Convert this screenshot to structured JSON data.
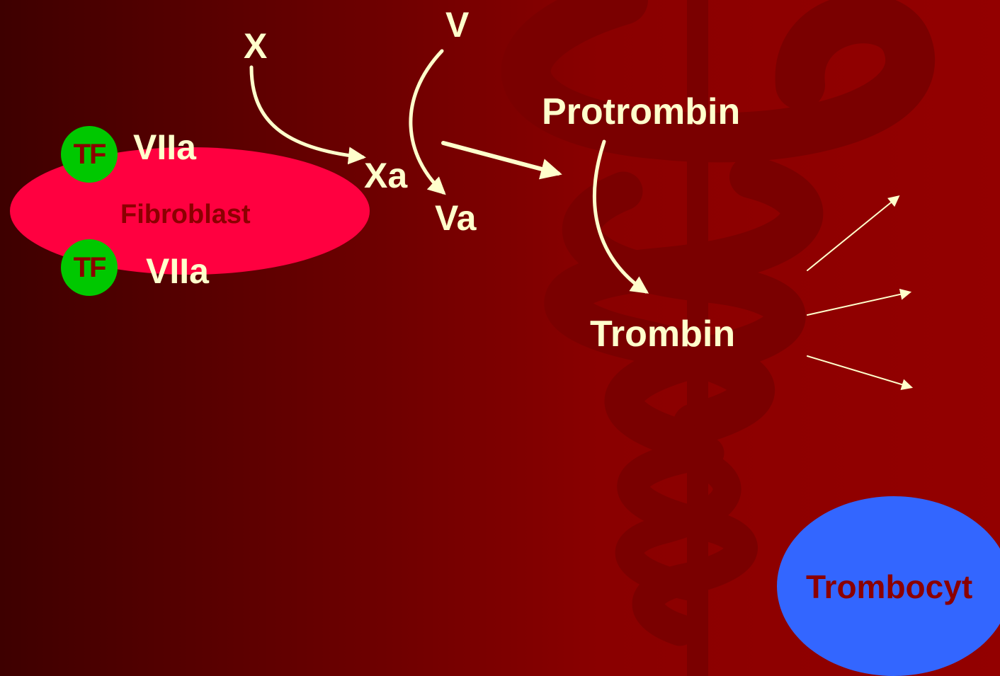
{
  "colors": {
    "text": "#ffffcc",
    "fibroblast": "#ff0040",
    "tf": "#00c800",
    "trombocyt": "#3366ff",
    "dark_text": "#8b0000"
  },
  "cells": {
    "fibroblast": "Fibroblast",
    "trombocyt": "Trombocyt"
  },
  "tf": {
    "top": "TF",
    "bottom": "TF"
  },
  "factors": {
    "viia_top": "VIIa",
    "viia_bottom": "VIIa",
    "x": "X",
    "xa": "Xa",
    "v": "V",
    "va": "Va",
    "protrombin": "Protrombin",
    "trombin": "Trombin"
  },
  "background_icon": "caduceus-watermark-icon"
}
